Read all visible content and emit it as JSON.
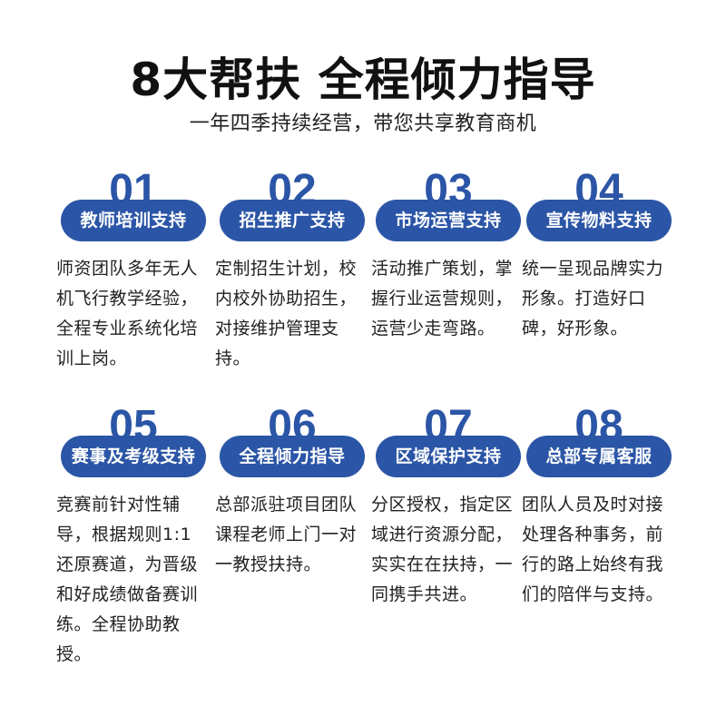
{
  "header": {
    "title": "8大帮扶 全程倾力指导",
    "subtitle": "一年四季持续经营，带您共享教育商机"
  },
  "colors": {
    "accent": "#2b55a6",
    "title_text": "#111111",
    "body_text": "#222222",
    "background": "#ffffff"
  },
  "cards": [
    {
      "number": "01",
      "label": "教师培训支持",
      "description": "师资团队多年无人机飞行教学经验，全程专业系统化培训上岗。"
    },
    {
      "number": "02",
      "label": "招生推广支持",
      "description": "定制招生计划，校内校外协助招生，对接维护管理支持。"
    },
    {
      "number": "03",
      "label": "市场运营支持",
      "description": "活动推广策划，掌握行业运营规则，运营少走弯路。"
    },
    {
      "number": "04",
      "label": "宣传物料支持",
      "description": "统一呈现品牌实力形象。打造好口碑，好形象。"
    },
    {
      "number": "05",
      "label": "赛事及考级支持",
      "description": "竞赛前针对性辅导，根据规则1:1还原赛道，为晋级和好成绩做备赛训练。全程协助教授。"
    },
    {
      "number": "06",
      "label": "全程倾力指导",
      "description": "总部派驻项目团队课程老师上门一对一教授扶持。"
    },
    {
      "number": "07",
      "label": "区域保护支持",
      "description": "分区授权，指定区域进行资源分配，实实在在扶持，一同携手共进。"
    },
    {
      "number": "08",
      "label": "总部专属客服",
      "description": "团队人员及时对接处理各种事务，前行的路上始终有我们的陪伴与支持。"
    }
  ]
}
